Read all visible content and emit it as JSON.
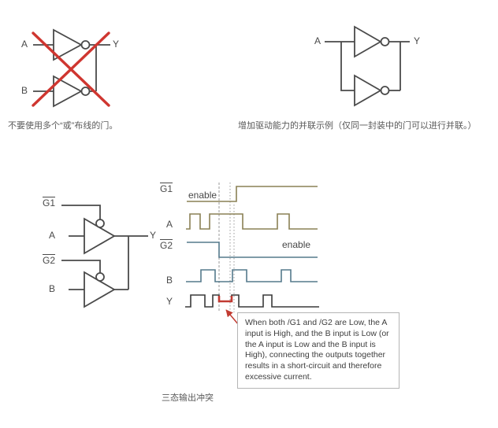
{
  "colors": {
    "circuit": "#4a4a4a",
    "wave_olive": "#8a8055",
    "wave_blue": "#557a8c",
    "wave_black": "#3a3a3a",
    "conflict_red": "#c23b32",
    "cross_red": "#cf3630",
    "guide_gray": "#9a9a9a",
    "callout_border": "#b5b5b5"
  },
  "figures": {
    "wired_or": {
      "label_a": "A",
      "label_b": "B",
      "label_y": "Y",
      "caption": "不要使用多个“或”布线的门。"
    },
    "parallel": {
      "label_a": "A",
      "label_y": "Y",
      "caption": "增加驱动能力的并联示例（仅同一封装中的门可以进行并联。）"
    },
    "tristate": {
      "circuit": {
        "label_g1": "G1",
        "label_a": "A",
        "label_g2": "G2",
        "label_b": "B",
        "label_y": "Y"
      },
      "timing": {
        "row_labels": {
          "g1": "G1",
          "a": "A",
          "g2": "G2",
          "b": "B",
          "y": "Y"
        },
        "enable_g1": "enable",
        "enable_g2": "enable",
        "waves": {
          "g1": "237,256 300,256 300,237 403,237",
          "a": "236,291 241,291 241,272 254,272 254,291 266,291 266,272 308,272 308,291 352,291 352,272 367,272 367,291 403,291",
          "g2": "237,308 278,308 278,327 403,327",
          "b": "236,358 255,358 255,343 273,343 273,358 295,358 295,343 313,343 313,358 357,358 357,343 369,343 369,358 403,358",
          "y": "235,390 242,390 242,375 260,375 260,390 270,390 270,375 278,375 278,383 294,383 294,375 303,375 303,390 334,390 334,375 345,375 345,390 405,390",
          "y_conflict": "278,376 278,383 294,383 294,376"
        }
      },
      "callout": "When both /G1 and /G2 are Low, the A input is High, and the B input is Low (or the A input is Low and the B input is High), connecting the outputs together results in a short-circuit and therefore excessive current.",
      "caption": "三态输出冲突"
    }
  }
}
